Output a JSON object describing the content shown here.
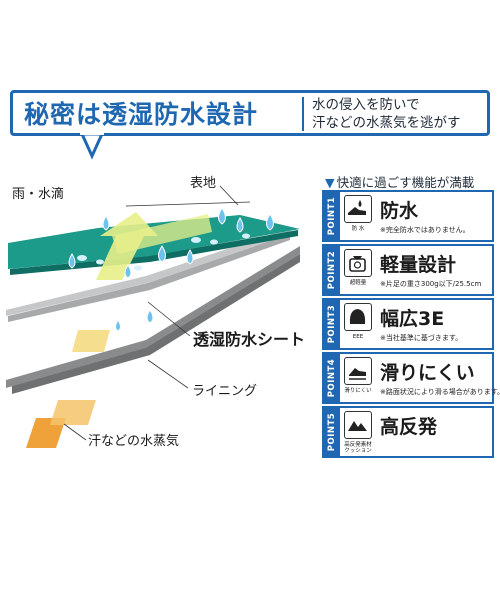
{
  "banner": {
    "title": "秘密は透湿防水設計",
    "subtitle_line1": "水の侵入を防いで",
    "subtitle_line2": "汗などの水蒸気を逃がす"
  },
  "diagram": {
    "labels": {
      "rain": "雨・水滴",
      "surface": "表地",
      "membrane": "透湿防水シート",
      "lining": "ライニング",
      "vapor": "汗などの水蒸気"
    },
    "colors": {
      "surface": "#1c9a8a",
      "membrane": "#c6c7c9",
      "lining": "#8a8b8d",
      "vapor": "#f0a23a",
      "arrow": "#e8f08a",
      "drop": "#6cc4ee"
    }
  },
  "points": {
    "heading": "快適に過ごす機能が満載",
    "items": [
      {
        "tag": "POINT1",
        "title": "防水",
        "icon_caption": "防 水",
        "note": "※完全防水ではありません。",
        "icon": "shoe-water-icon"
      },
      {
        "tag": "POINT2",
        "title": "軽量設計",
        "icon_caption": "超軽量",
        "note": "※片足の重さ300g以下/25.5cm",
        "icon": "scale-icon"
      },
      {
        "tag": "POINT3",
        "title": "幅広3E",
        "icon_caption": "EEE",
        "note": "※当社基準に基づきます。",
        "icon": "wide-foot-icon"
      },
      {
        "tag": "POINT4",
        "title": "滑りにくい",
        "icon_caption": "滑りにくい",
        "note": "※路面状況により滑る場合があります。",
        "icon": "slip-resist-icon"
      },
      {
        "tag": "POINT5",
        "title": "高反発",
        "icon_caption": "高反発素材 クッション",
        "note": "",
        "icon": "cushion-icon"
      }
    ]
  }
}
